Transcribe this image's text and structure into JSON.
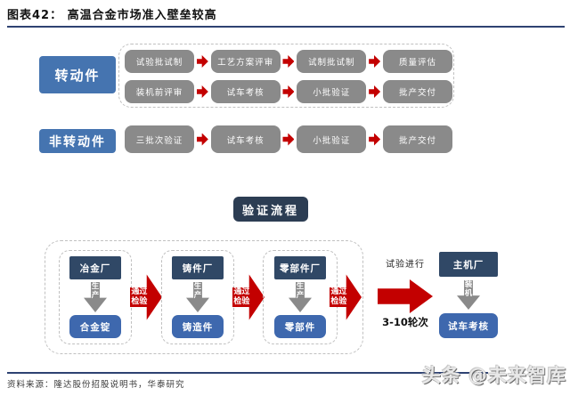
{
  "title": {
    "label": "图表42：  高温合金市场准入壁垒较高"
  },
  "top_flow": {
    "rotating_label": "转动件",
    "non_rotating_label": "非转动件",
    "row1": [
      "试验批试制",
      "工艺方案评审",
      "试制批试制",
      "质量评估"
    ],
    "row2": [
      "装机前评审",
      "试车考核",
      "小批验证",
      "批产交付"
    ],
    "row3": [
      "三批次验证",
      "试车考核",
      "小批验证",
      "批产交付"
    ]
  },
  "verification": {
    "badge": "验证流程"
  },
  "bottom_flow": {
    "groups": [
      {
        "factory": "冶金厂",
        "arrow_label": "生产",
        "product": "合金锭"
      },
      {
        "factory": "铸件厂",
        "arrow_label": "生产",
        "product": "铸造件"
      },
      {
        "factory": "零部件厂",
        "arrow_label": "生产",
        "product": "零部件"
      }
    ],
    "pass_arrow_label": "通过检验",
    "test_arrow": {
      "top_label": "试验进行",
      "bottom_label": "3-10轮次"
    },
    "final_group": {
      "factory": "主机厂",
      "arrow_label": "装机",
      "product": "试车考核"
    }
  },
  "footer": {
    "source": "资料来源：隆达股份招股说明书，华泰研究"
  },
  "watermark": {
    "text": "头条 @未来智库"
  },
  "colors": {
    "accent_navy": "#2E4272",
    "dark_navy_box": "#304866",
    "blue_box": "#3E68AE",
    "label_blue": "#4574B0",
    "badge_navy": "#2C3D53",
    "gray_box": "#8A8A8A",
    "arrow_red": "#C30000"
  }
}
